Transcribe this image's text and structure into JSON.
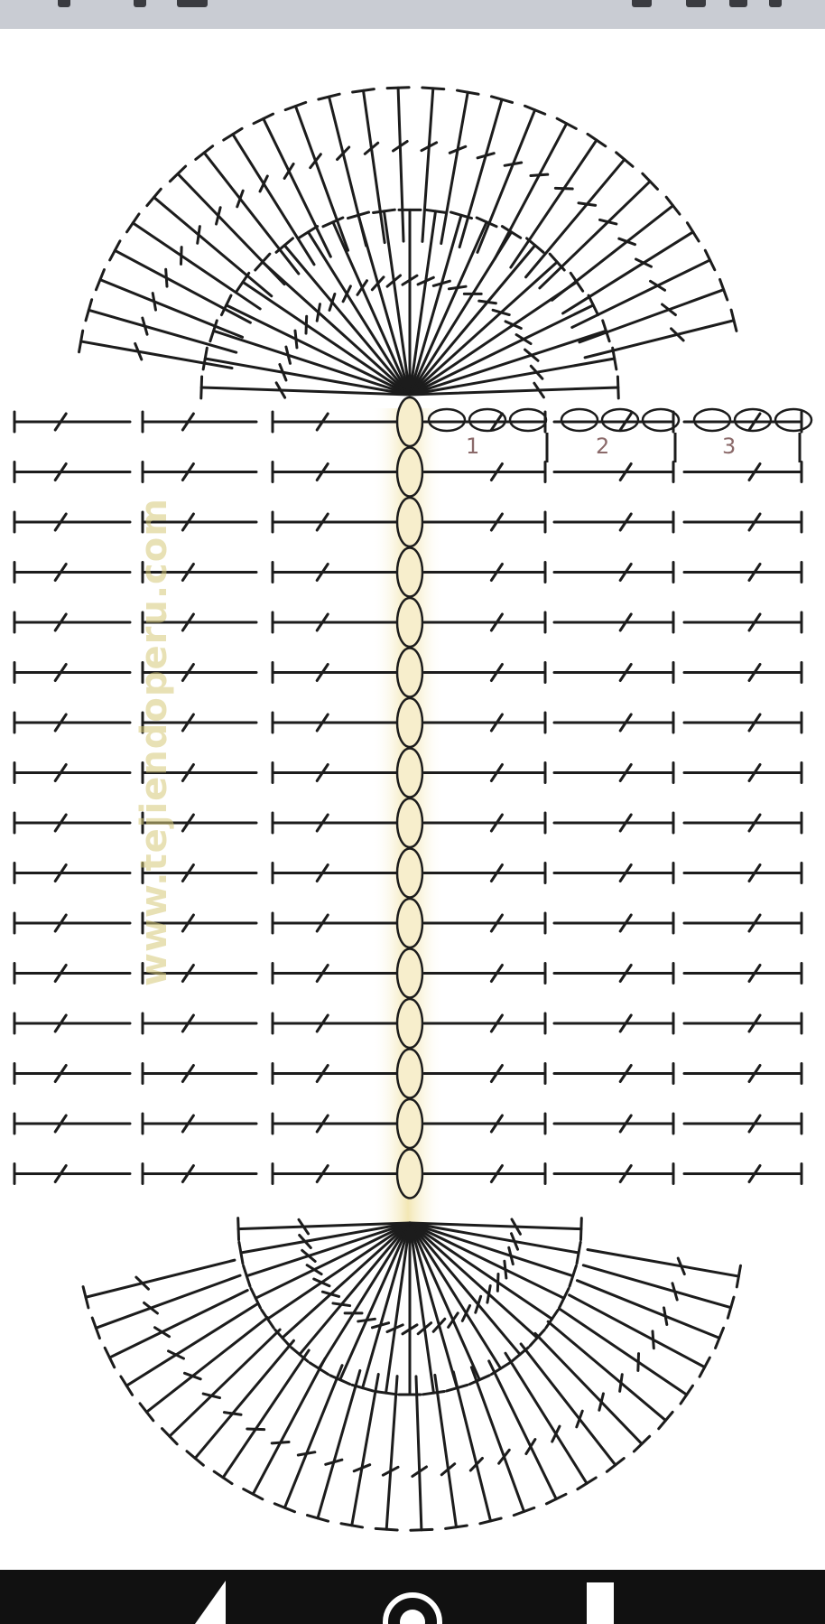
{
  "status_bar": {
    "left_icons": [
      "signal-icon",
      "sim-icon"
    ],
    "right_icons": [
      "data-icon",
      "wifi-icon",
      "battery-icon"
    ]
  },
  "diagram": {
    "watermark": "www.tejiendoperu.com",
    "round_labels": [
      "1",
      "2",
      "3"
    ],
    "colors": {
      "ink": "#1c1c1c",
      "chain_fill": "#f7eecc",
      "highlight": "#f3e7b4",
      "label": "#8b6a6a"
    }
  },
  "nav_bar": {
    "buttons": [
      "back",
      "home",
      "recent-apps"
    ]
  }
}
